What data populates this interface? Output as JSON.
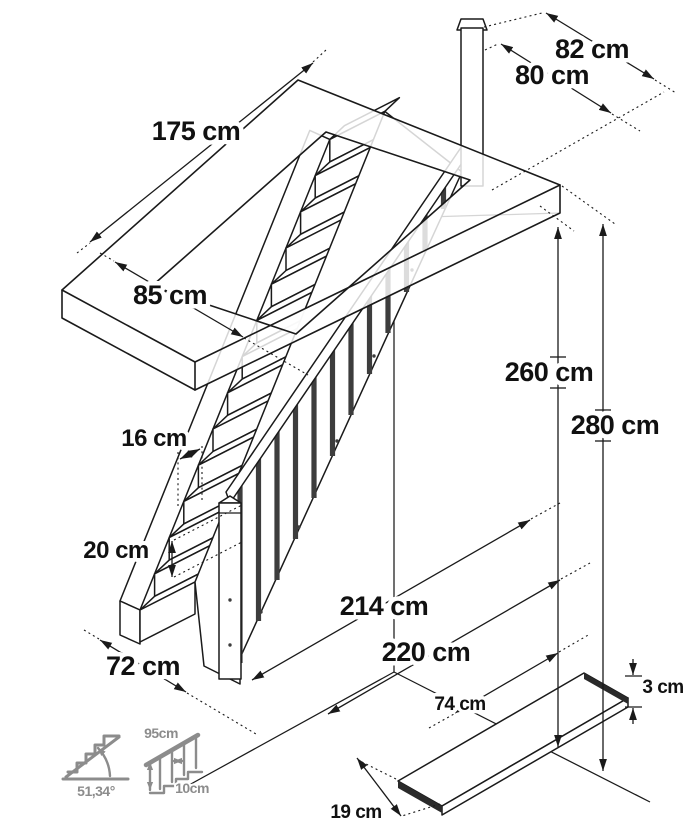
{
  "colors": {
    "background": "#ffffff",
    "ink": "#1a1a1a",
    "muted_gray": "#8c8c8c"
  },
  "dimensions": {
    "opening_length": "175 cm",
    "opening_width": "85 cm",
    "top_width_outer": "82 cm",
    "top_width_inner": "80 cm",
    "ceiling_height": "260 cm",
    "total_height": "280 cm",
    "tread_going": "16 cm",
    "riser_height": "20 cm",
    "stair_width": "72 cm",
    "run_length": "214 cm",
    "total_run": "220 cm",
    "tread_length": "74 cm",
    "tread_thickness": "3 cm",
    "tread_width": "19 cm"
  },
  "pictograms": {
    "slope_angle": "51,34°",
    "rail_height": "95cm",
    "baluster_spacing": "10cm"
  },
  "figure": {
    "visible_steps": 14,
    "visible_balusters": 12
  }
}
